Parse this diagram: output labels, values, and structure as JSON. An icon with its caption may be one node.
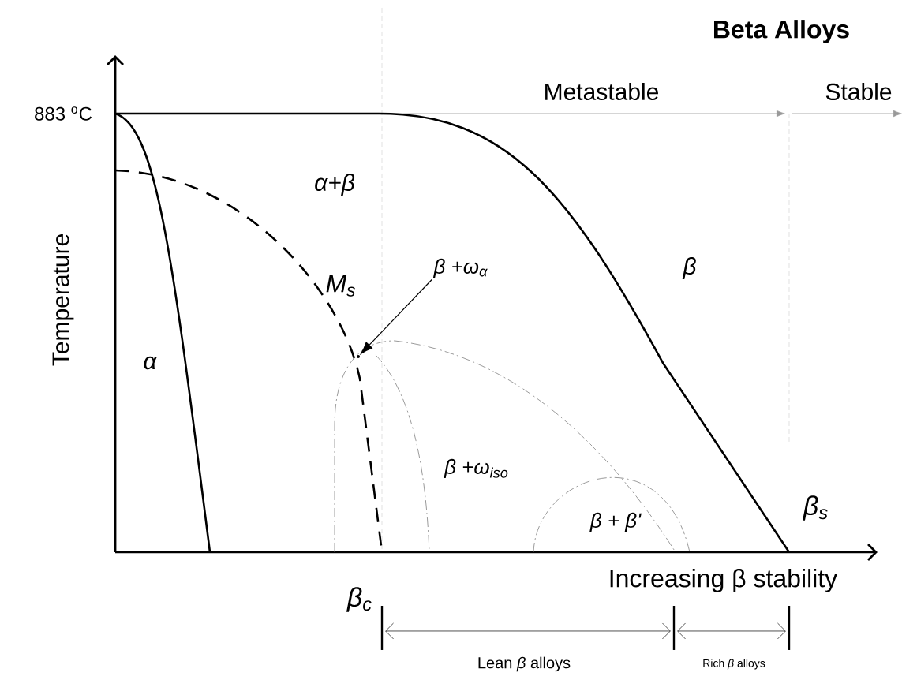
{
  "diagram": {
    "title": "Beta Alloys",
    "nodes": [
      {
        "text": [
          "β +ω$_{α}$"
        ]
      },
      {
        "text": [],
        "shape": "point"
      }
    ],
    "edges": [
      {
        "from": 0,
        "to": 1,
        "arrow": "to"
      }
    ],
    "labels": [
      "883 $^{o}$C",
      "Temperature",
      "α+β",
      "M$_{s}$",
      "β",
      "α",
      "β +ω$_{iso}$",
      "β + β'",
      "β$_{s}$",
      "β$_{c}$",
      "Increasing β stability",
      "Metastable",
      "Stable",
      "Lean *β* alloys",
      "Rich *β* alloys"
    ]
  }
}
